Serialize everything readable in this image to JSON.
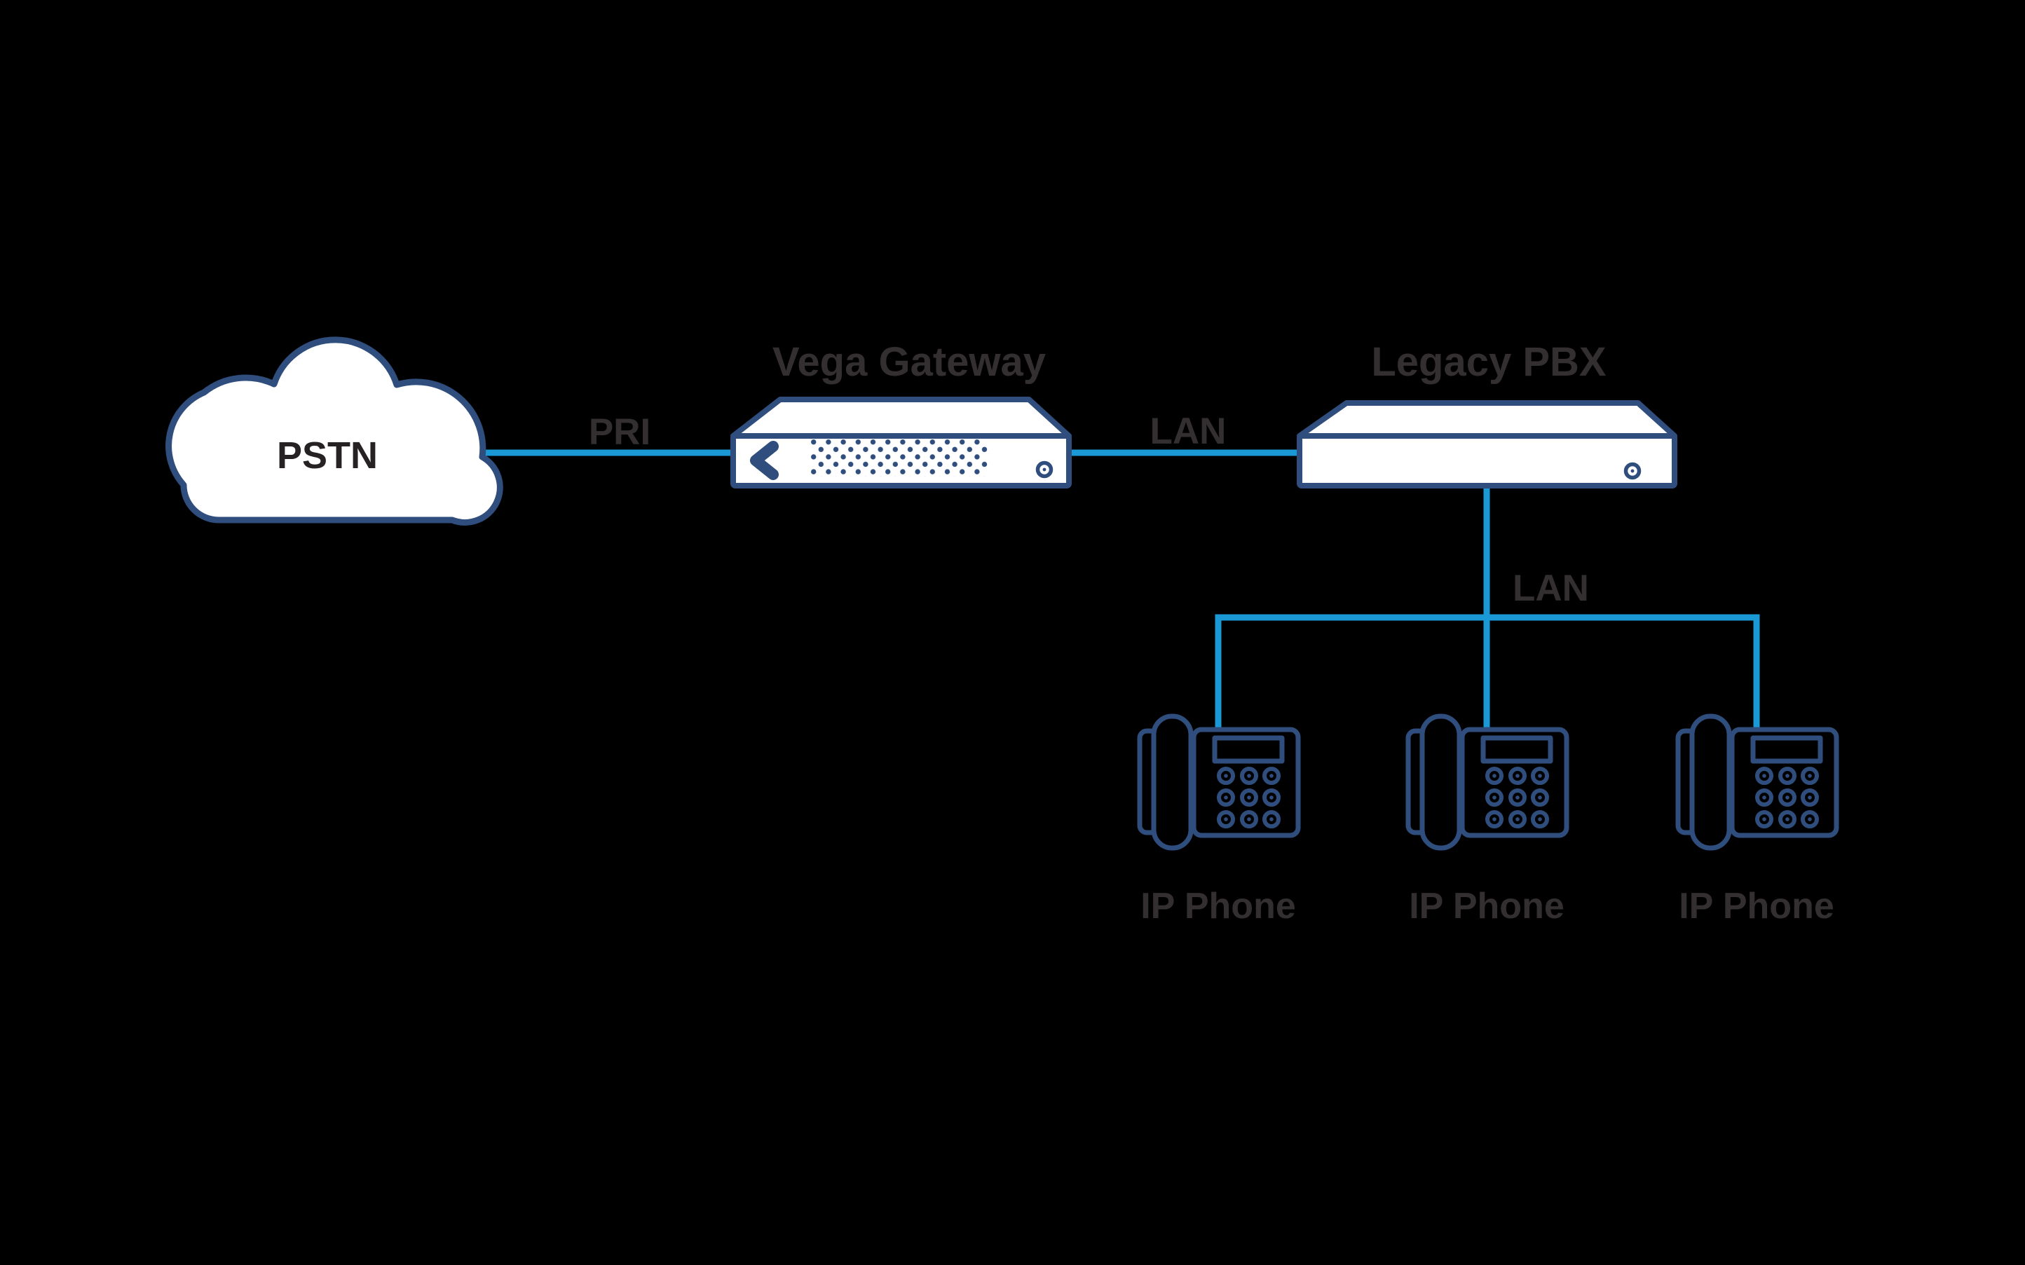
{
  "diagram": {
    "title": "Vega Gateway with Legacy PBX and IP Phones network diagram",
    "nodes": {
      "pstn": {
        "label": "PSTN",
        "type": "cloud"
      },
      "vega_gateway": {
        "label": "Vega Gateway",
        "type": "gateway-appliance",
        "logo": "sangoma-chevron"
      },
      "legacy_pbx": {
        "label": "Legacy PBX",
        "type": "pbx-appliance"
      },
      "phones": [
        {
          "label": "IP Phone"
        },
        {
          "label": "IP Phone"
        },
        {
          "label": "IP Phone"
        }
      ]
    },
    "links": {
      "pstn_to_vega": {
        "label": "PRI",
        "from": "pstn",
        "to": "vega_gateway"
      },
      "vega_to_pbx": {
        "label": "LAN",
        "from": "vega_gateway",
        "to": "legacy_pbx"
      },
      "pbx_to_phones": {
        "label": "LAN",
        "from": "legacy_pbx",
        "to": "phones"
      }
    }
  },
  "colors": {
    "background": "#000000",
    "outline_navy": "#2f4e7d",
    "link_cyan": "#1b98d6",
    "label_dark": "#332e2f",
    "label_black": "#262122",
    "device_fill": "#ffffff"
  }
}
